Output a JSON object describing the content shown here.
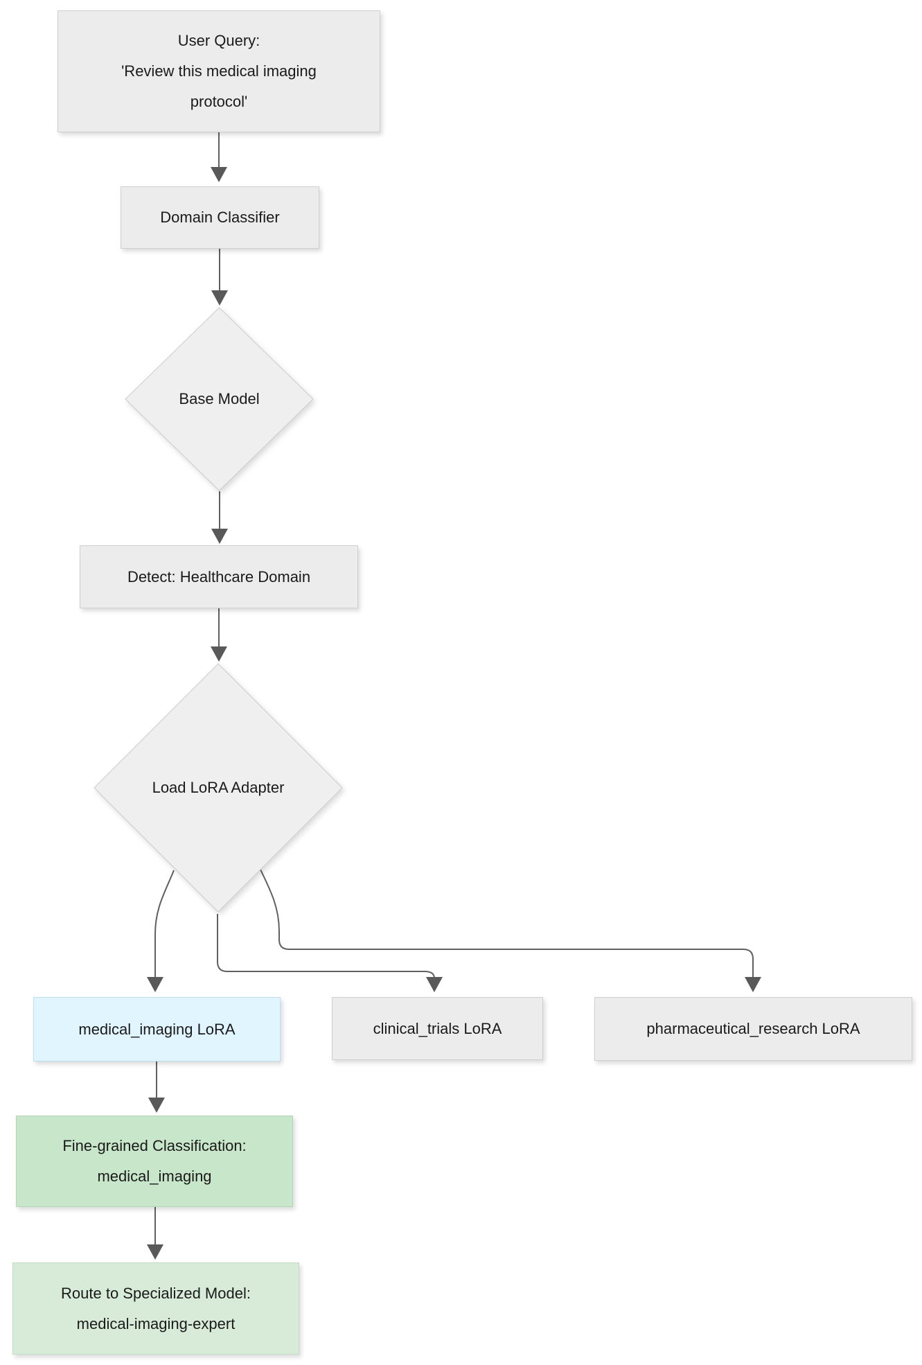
{
  "diagram": {
    "type": "flowchart",
    "direction": "top-down",
    "nodes": {
      "user_query": {
        "shape": "rectangle",
        "fill": "#ececec",
        "line1": "User Query:",
        "line2": "'Review this medical imaging protocol'"
      },
      "domain_classifier": {
        "shape": "rectangle",
        "fill": "#ececec",
        "label": "Domain Classifier"
      },
      "base_model": {
        "shape": "diamond",
        "fill": "#efefef",
        "label": "Base Model"
      },
      "detect_healthcare": {
        "shape": "rectangle",
        "fill": "#ececec",
        "label": "Detect: Healthcare Domain"
      },
      "load_lora_adapter": {
        "shape": "diamond",
        "fill": "#efefef",
        "label": "Load LoRA Adapter"
      },
      "medical_imaging_lora": {
        "shape": "rectangle",
        "fill": "#e1f5fe",
        "label": "medical_imaging LoRA"
      },
      "clinical_trials_lora": {
        "shape": "rectangle",
        "fill": "#ececec",
        "label": "clinical_trials LoRA"
      },
      "pharmaceutical_research_lora": {
        "shape": "rectangle",
        "fill": "#ececec",
        "label": "pharmaceutical_research LoRA"
      },
      "fine_grained_classification": {
        "shape": "rectangle",
        "fill": "#c8e6c9",
        "line1": "Fine-grained Classification:",
        "line2": "medical_imaging"
      },
      "route_to_specialized_model": {
        "shape": "rectangle",
        "fill": "#d7ebd8",
        "line1": "Route to Specialized Model:",
        "line2": "medical-imaging-expert"
      }
    },
    "edges": [
      {
        "from": "user_query",
        "to": "domain_classifier"
      },
      {
        "from": "domain_classifier",
        "to": "base_model"
      },
      {
        "from": "base_model",
        "to": "detect_healthcare"
      },
      {
        "from": "detect_healthcare",
        "to": "load_lora_adapter"
      },
      {
        "from": "load_lora_adapter",
        "to": "medical_imaging_lora"
      },
      {
        "from": "load_lora_adapter",
        "to": "clinical_trials_lora"
      },
      {
        "from": "load_lora_adapter",
        "to": "pharmaceutical_research_lora"
      },
      {
        "from": "medical_imaging_lora",
        "to": "fine_grained_classification"
      },
      {
        "from": "fine_grained_classification",
        "to": "route_to_specialized_model"
      }
    ],
    "colors": {
      "node_fill_gray": "#ececec",
      "diamond_fill": "#efefef",
      "node_border": "#cfcfcf",
      "highlight_blue": "#e1f5fe",
      "green_primary": "#c8e6c9",
      "green_secondary": "#d7ebd8",
      "edge_stroke": "#606060",
      "arrowhead_fill": "#595959",
      "text": "#1a1a1a",
      "background": "#ffffff"
    }
  }
}
